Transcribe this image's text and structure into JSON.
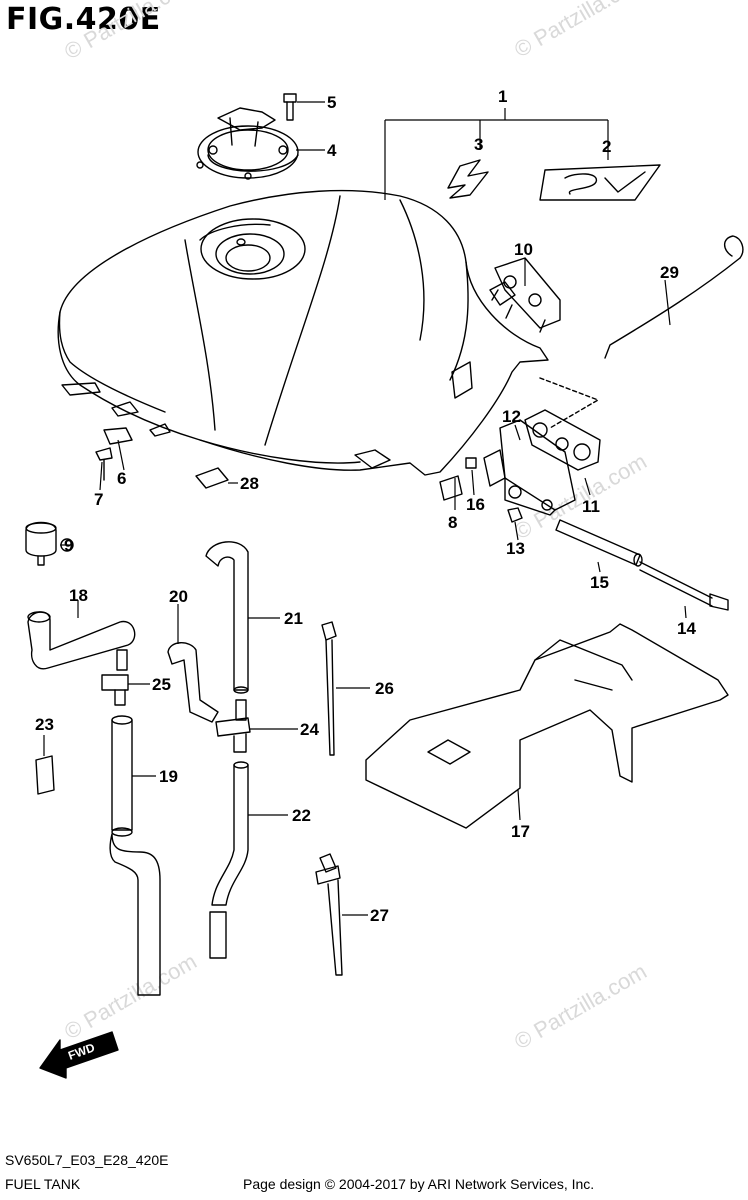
{
  "figure": {
    "title": "FIG.420E"
  },
  "footer": {
    "code": "SV650L7_E03_E28_420E",
    "name": "FUEL TANK",
    "credit": "Page design © 2004-2017 by ARI Network Services, Inc."
  },
  "watermark": "© Partzilla.com",
  "direction_label": "FWD",
  "callouts": [
    "1",
    "2",
    "3",
    "4",
    "5",
    "6",
    "7",
    "8",
    "9",
    "10",
    "11",
    "12",
    "13",
    "14",
    "15",
    "16",
    "17",
    "18",
    "19",
    "20",
    "21",
    "22",
    "23",
    "24",
    "25",
    "26",
    "27",
    "28",
    "29"
  ],
  "colors": {
    "line": "#000000",
    "watermark": "#d9d9d9",
    "background": "#ffffff"
  }
}
